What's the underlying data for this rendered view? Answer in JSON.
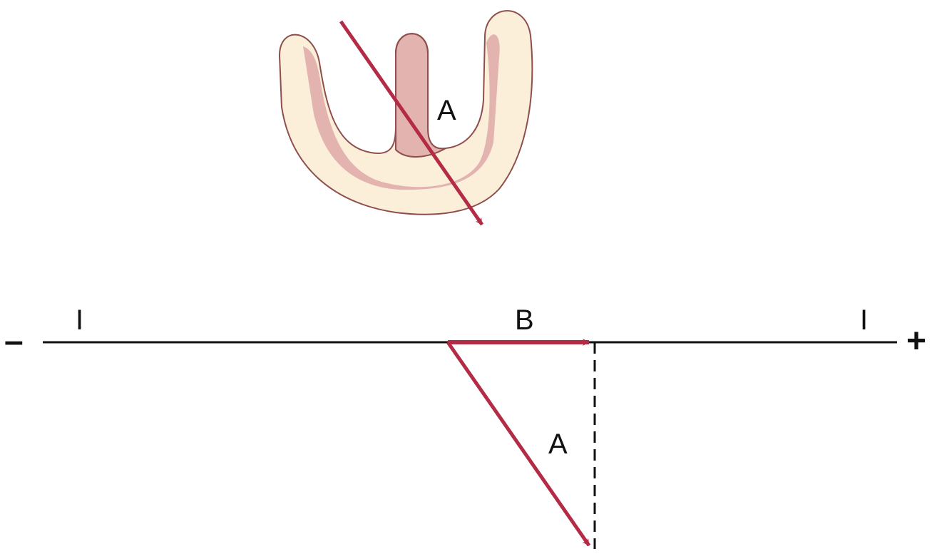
{
  "heart": {
    "vector_label": "A"
  },
  "lead_axis": {
    "negative_sign": "–",
    "positive_sign": "+",
    "left_lead_label": "I",
    "right_lead_label": "I",
    "projection_label": "B",
    "vector_label": "A"
  },
  "colors": {
    "vector": "#b32b45",
    "heart_outline": "#8e4e4e",
    "heart_outer_fill": "#fbefda",
    "heart_inner_fill": "#e3b3af",
    "axis": "#111111",
    "background": "#ffffff"
  }
}
